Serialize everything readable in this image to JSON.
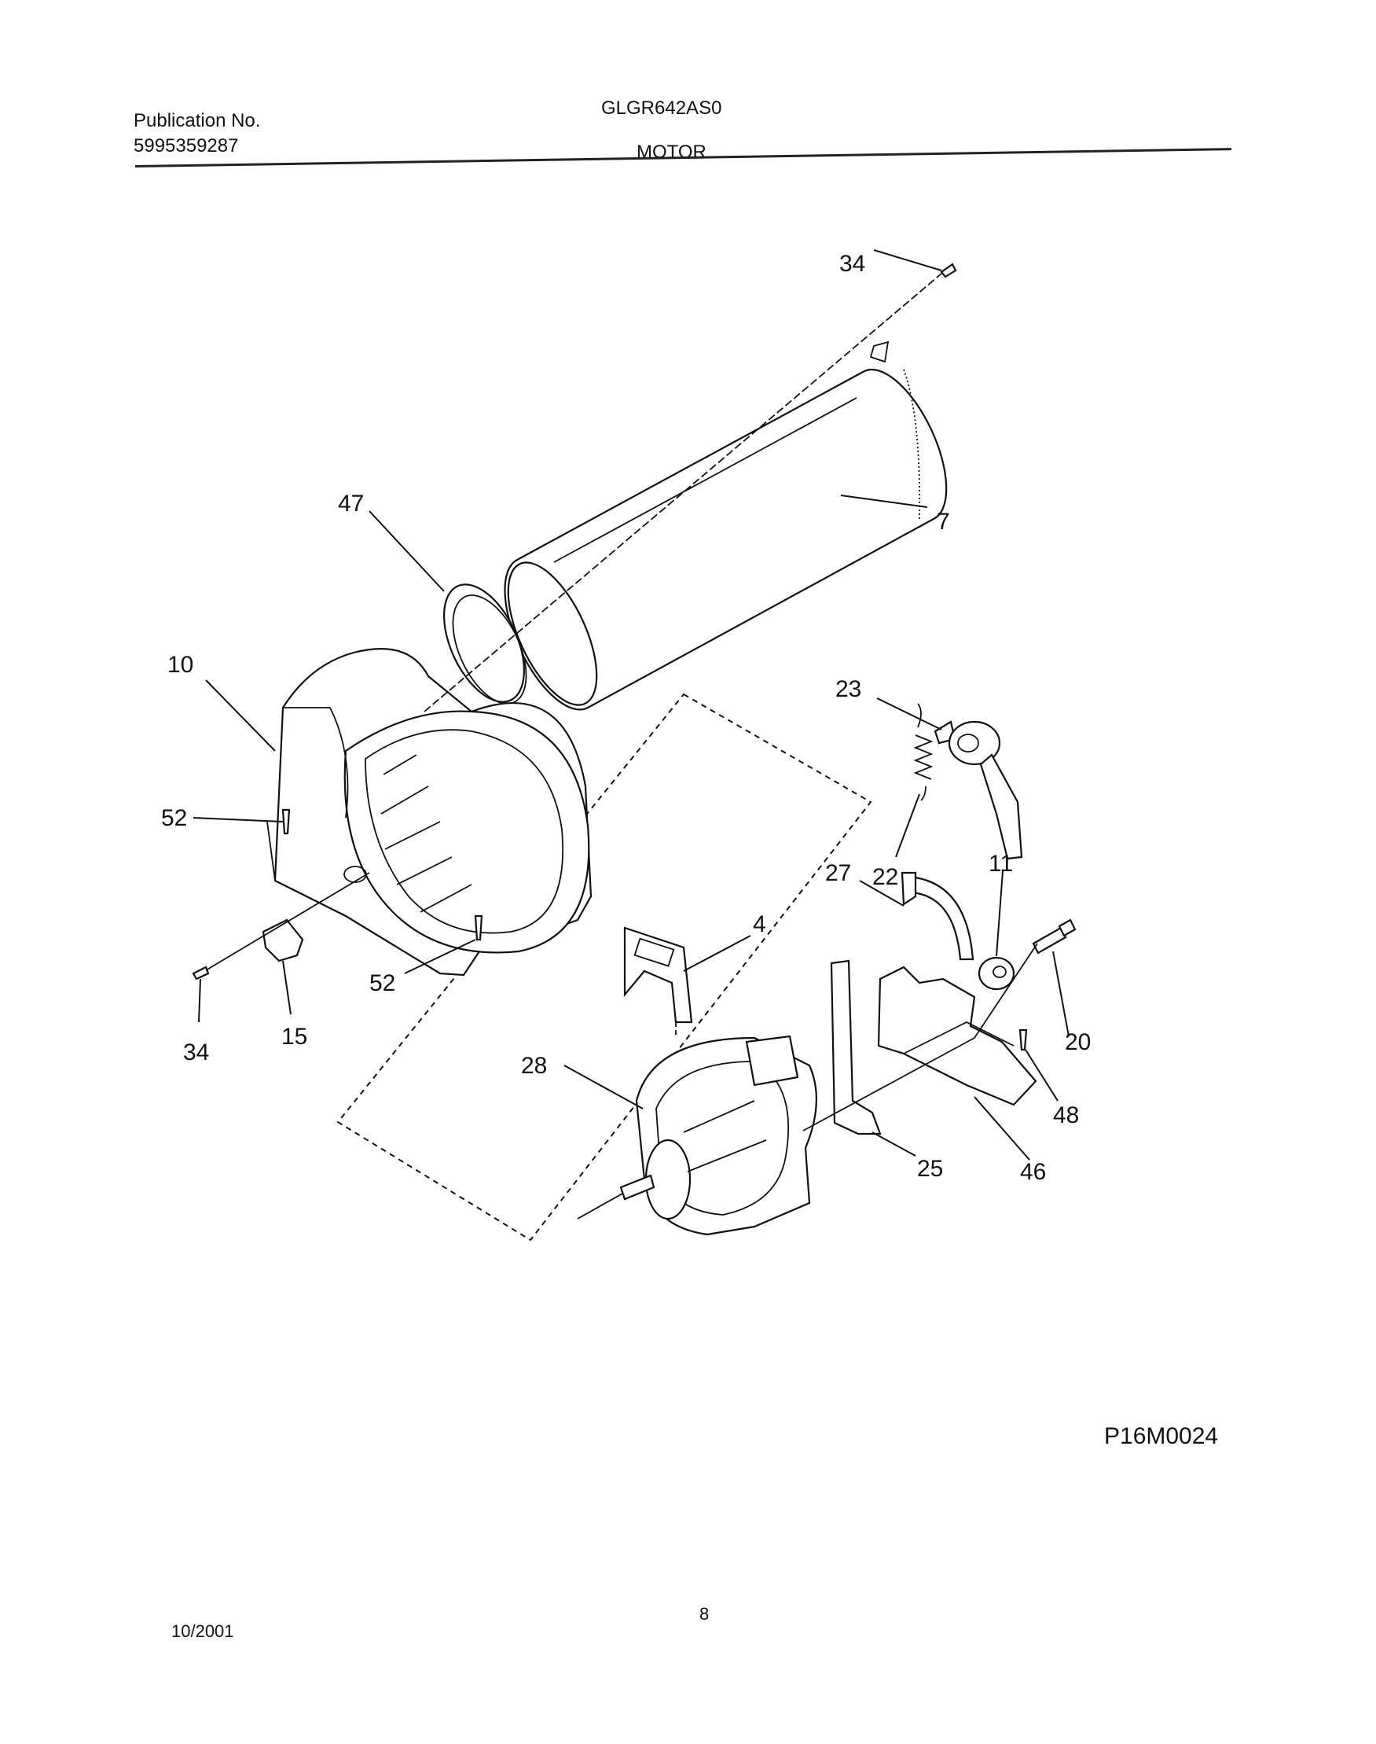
{
  "header": {
    "publication_label": "Publication No.",
    "publication_number": "5995359287",
    "model": "GLGR642AS0",
    "section_title": "MOTOR"
  },
  "diagram": {
    "code": "P16M0024",
    "callouts": {
      "c34_top": "34",
      "c7": "7",
      "c47": "47",
      "c10": "10",
      "c23": "23",
      "c22": "22",
      "c52_left": "52",
      "c27": "27",
      "c11": "11",
      "c4": "4",
      "c20": "20",
      "c52_bottom": "52",
      "c34_bottom": "34",
      "c15": "15",
      "c28": "28",
      "c48": "48",
      "c25": "25",
      "c46": "46"
    }
  },
  "footer": {
    "date": "10/2001",
    "page_number": "8"
  }
}
